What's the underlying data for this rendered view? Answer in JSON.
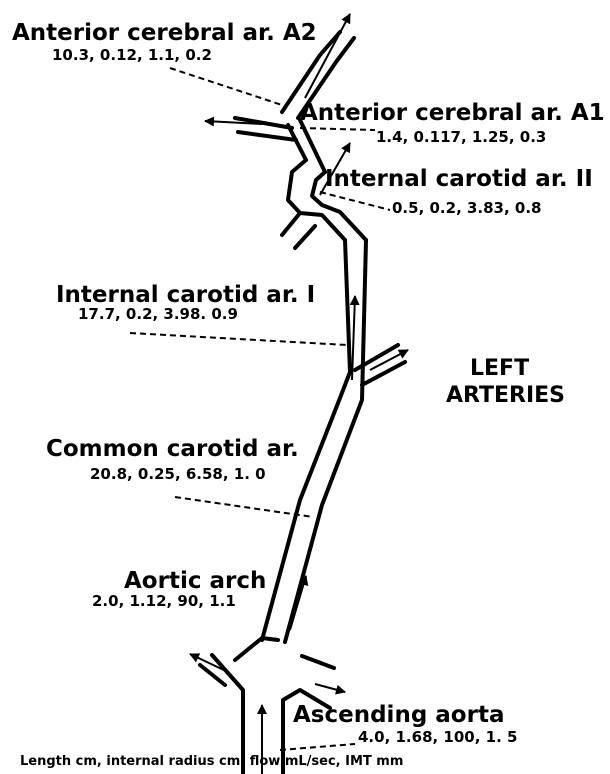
{
  "labels": {
    "aca_a2": {
      "name": "Anterior cerebral ar. A2",
      "values": "10.3, 0.12, 1.1, 0.2"
    },
    "aca_a1": {
      "name": "Anterior cerebral ar. A1",
      "values": "1.4, 0.117, 1.25, 0.3"
    },
    "ica_ii": {
      "name": "Internal carotid ar. II",
      "values": "0.5, 0.2, 3.83, 0.8"
    },
    "ica_i": {
      "name": "Internal carotid ar. I",
      "values": "17.7, 0.2, 3.98. 0.9"
    },
    "cca": {
      "name": "Common carotid ar.",
      "values": "20.8, 0.25, 6.58, 1. 0"
    },
    "arch": {
      "name": "Aortic arch",
      "values": "2.0, 1.12, 90, 1.1"
    },
    "ascending": {
      "name": "Ascending aorta",
      "values": "4.0, 1.68, 100, 1. 5"
    }
  },
  "side_title": {
    "line1": "LEFT",
    "line2": "ARTERIES"
  },
  "footnote": "Length cm, internal radius cm, flow mL/sec, IMT mm",
  "colors": {
    "line": "#000000",
    "background": "#ffffff"
  }
}
